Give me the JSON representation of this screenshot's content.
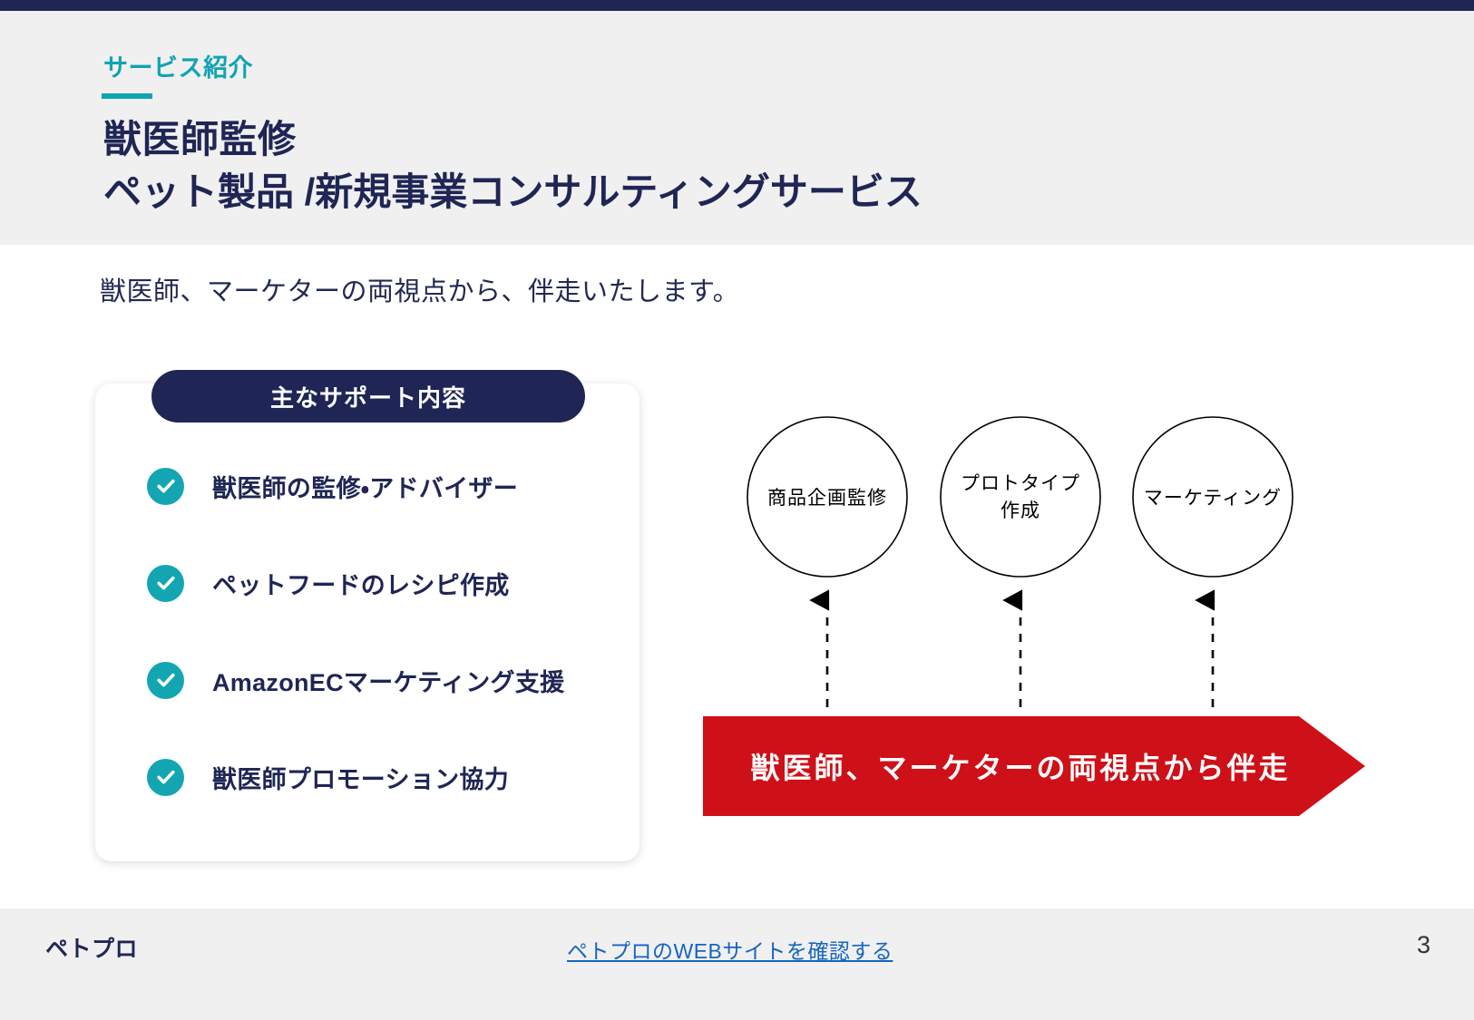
{
  "theme": {
    "navy": "#1F2655",
    "teal": "#10A3B2",
    "red": "#CE1018",
    "link_blue": "#1565C0",
    "band_gray": "#F0F0F0"
  },
  "header": {
    "eyebrow": "サービス紹介",
    "title_line1": "獣医師監修",
    "title_line2": "ペット製品 /新規事業コンサルティングサービス"
  },
  "lead": "獣医師、マーケターの両視点から、伴走いたします。",
  "card": {
    "pill_title": "主なサポート内容",
    "items": [
      {
        "label": "獣医師の監修・アドバイザー",
        "icon": "check-circle-icon"
      },
      {
        "label": "ペットフードのレシピ作成",
        "icon": "check-circle-icon"
      },
      {
        "label": "AmazonECマーケティング支援",
        "icon": "check-circle-icon"
      },
      {
        "label": "獣医師プロモーション協力",
        "icon": "check-circle-icon"
      }
    ]
  },
  "diagram": {
    "circles": [
      {
        "lines": [
          "商品企画監修"
        ]
      },
      {
        "lines": [
          "プロトタイプ",
          "作成"
        ]
      },
      {
        "lines": [
          "マーケティング"
        ]
      }
    ],
    "banner_text": "獣医師、マーケターの両視点から伴走"
  },
  "footer": {
    "brand": "ペトプロ",
    "link": "ペトプロのWEBサイトを確認する",
    "page_number": "3"
  }
}
